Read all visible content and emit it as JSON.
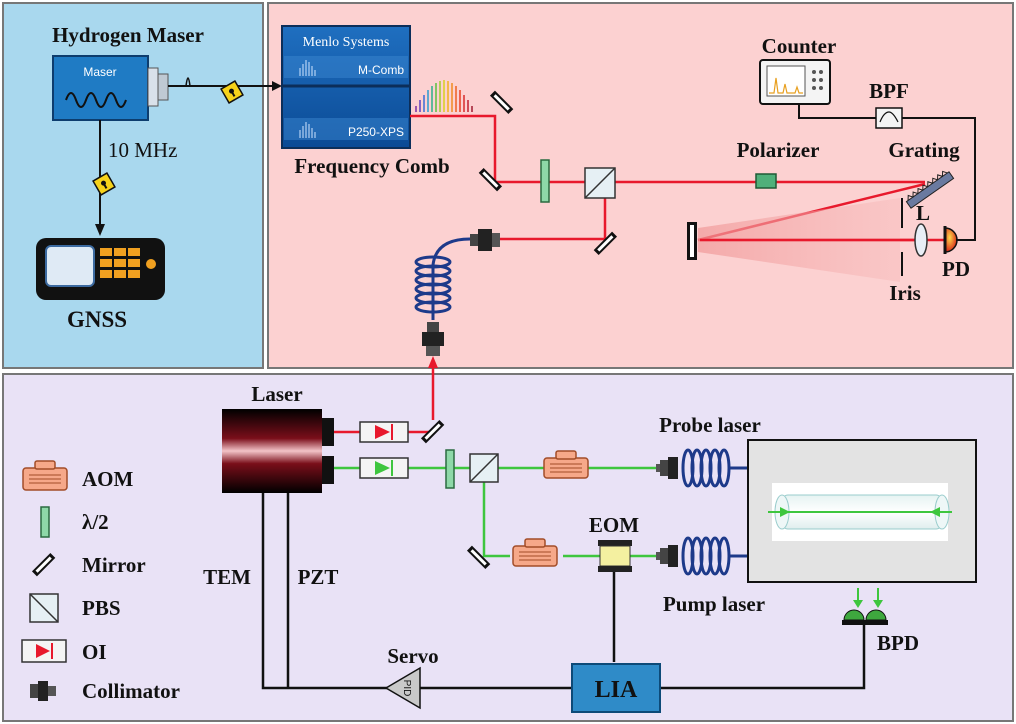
{
  "labels": {
    "hydrogen_maser": "Hydrogen Maser",
    "maser_box": "Maser",
    "ten_mhz": "10 MHz",
    "gnss": "GNSS",
    "menlo": "Menlo Systems",
    "m_comb": "M-Comb",
    "p250": "P250-XPS",
    "frequency_comb": "Frequency Comb",
    "counter": "Counter",
    "bpf": "BPF",
    "polarizer": "Polarizer",
    "grating": "Grating",
    "l": "L",
    "pd": "PD",
    "iris": "Iris",
    "laser": "Laser",
    "probe_laser": "Probe laser",
    "pump_laser": "Pump laser",
    "eom": "EOM",
    "bpd": "BPD",
    "tem": "TEM",
    "pzt": "PZT",
    "servo": "Servo",
    "pid": "PID",
    "lia": "LIA"
  },
  "legend": [
    {
      "icon": "aom-icon",
      "label": "AOM"
    },
    {
      "icon": "half-wave-plate-icon",
      "label": "λ/2"
    },
    {
      "icon": "mirror-icon",
      "label": "Mirror"
    },
    {
      "icon": "pbs-icon",
      "label": "PBS"
    },
    {
      "icon": "optical-isolator-icon",
      "label": "OI"
    },
    {
      "icon": "collimator-icon",
      "label": "Collimator"
    }
  ],
  "colors": {
    "maser_panel": "#a9d8ee",
    "comb_panel": "#fcd1d1",
    "lab_panel": "#e9e2f6",
    "red_beam": "#e8192c",
    "green_beam": "#3ec63e",
    "fiber": "#1d3a8a",
    "lia": "#2f8bc8"
  }
}
